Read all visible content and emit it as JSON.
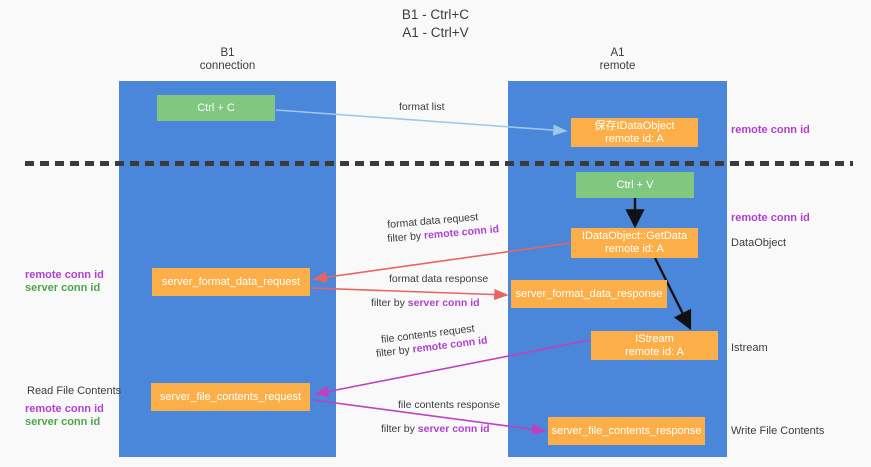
{
  "title": {
    "line1": "B1 - Ctrl+C",
    "line2": "A1 - Ctrl+V"
  },
  "columns": [
    {
      "name": "B1",
      "subtitle": "connection"
    },
    {
      "name": "A1",
      "subtitle": "remote"
    }
  ],
  "boxes": {
    "ctrl_c": {
      "label": "Ctrl + C"
    },
    "save_idataobject": {
      "label": "保存IDataObject",
      "sub": "remote id: A"
    },
    "ctrl_v": {
      "label": "Ctrl + V"
    },
    "getdata": {
      "label": "IDataObject::GetData",
      "sub": "remote id: A"
    },
    "server_format_data_request": {
      "label": "server_format_data_request"
    },
    "server_format_data_response": {
      "label": "server_format_data_response"
    },
    "istream": {
      "label": "IStream",
      "sub": "remote id: A"
    },
    "server_file_contents_request": {
      "label": "server_file_contents_request"
    },
    "server_file_contents_response": {
      "label": "server_file_contents_response"
    }
  },
  "edge_labels": {
    "format_list": "format list",
    "format_data_request": "format data request",
    "filter_by_remote_1_prefix": "filter by ",
    "filter_by_remote_1_value": "remote conn id",
    "format_data_response": "format data response",
    "filter_by_server_1_prefix": "filter by ",
    "filter_by_server_1_value": "server conn id",
    "file_contents_request": "file contents request",
    "filter_by_remote_2_prefix": "filter by ",
    "filter_by_remote_2_value": "remote conn id",
    "file_contents_response": "file contents response",
    "filter_by_server_2_prefix": "filter by ",
    "filter_by_server_2_value": "server conn id"
  },
  "left_annotations": {
    "remote_conn_id": "remote conn id",
    "server_conn_id": "server conn id",
    "read_file_contents": "Read File Contents",
    "remote_conn_id_2": "remote conn id",
    "server_conn_id_2": "server conn id"
  },
  "right_annotations": {
    "remote_conn_id_top": "remote conn id",
    "remote_conn_id_mid": "remote conn id",
    "dataobject": "DataObject",
    "istream": "Istream",
    "write_file_contents": "Write File Contents"
  },
  "colors": {
    "column": "#4a86da",
    "green_box": "#80c780",
    "orange_box": "#fcaf49",
    "purple_text": "#b13fd0",
    "green_text": "#4aa84a",
    "red_arrow": "#e8655f",
    "magenta_arrow": "#c040c0",
    "light_blue_arrow": "#9cc8ea",
    "black_arrow": "#111111",
    "background": "#f9f9f9"
  }
}
